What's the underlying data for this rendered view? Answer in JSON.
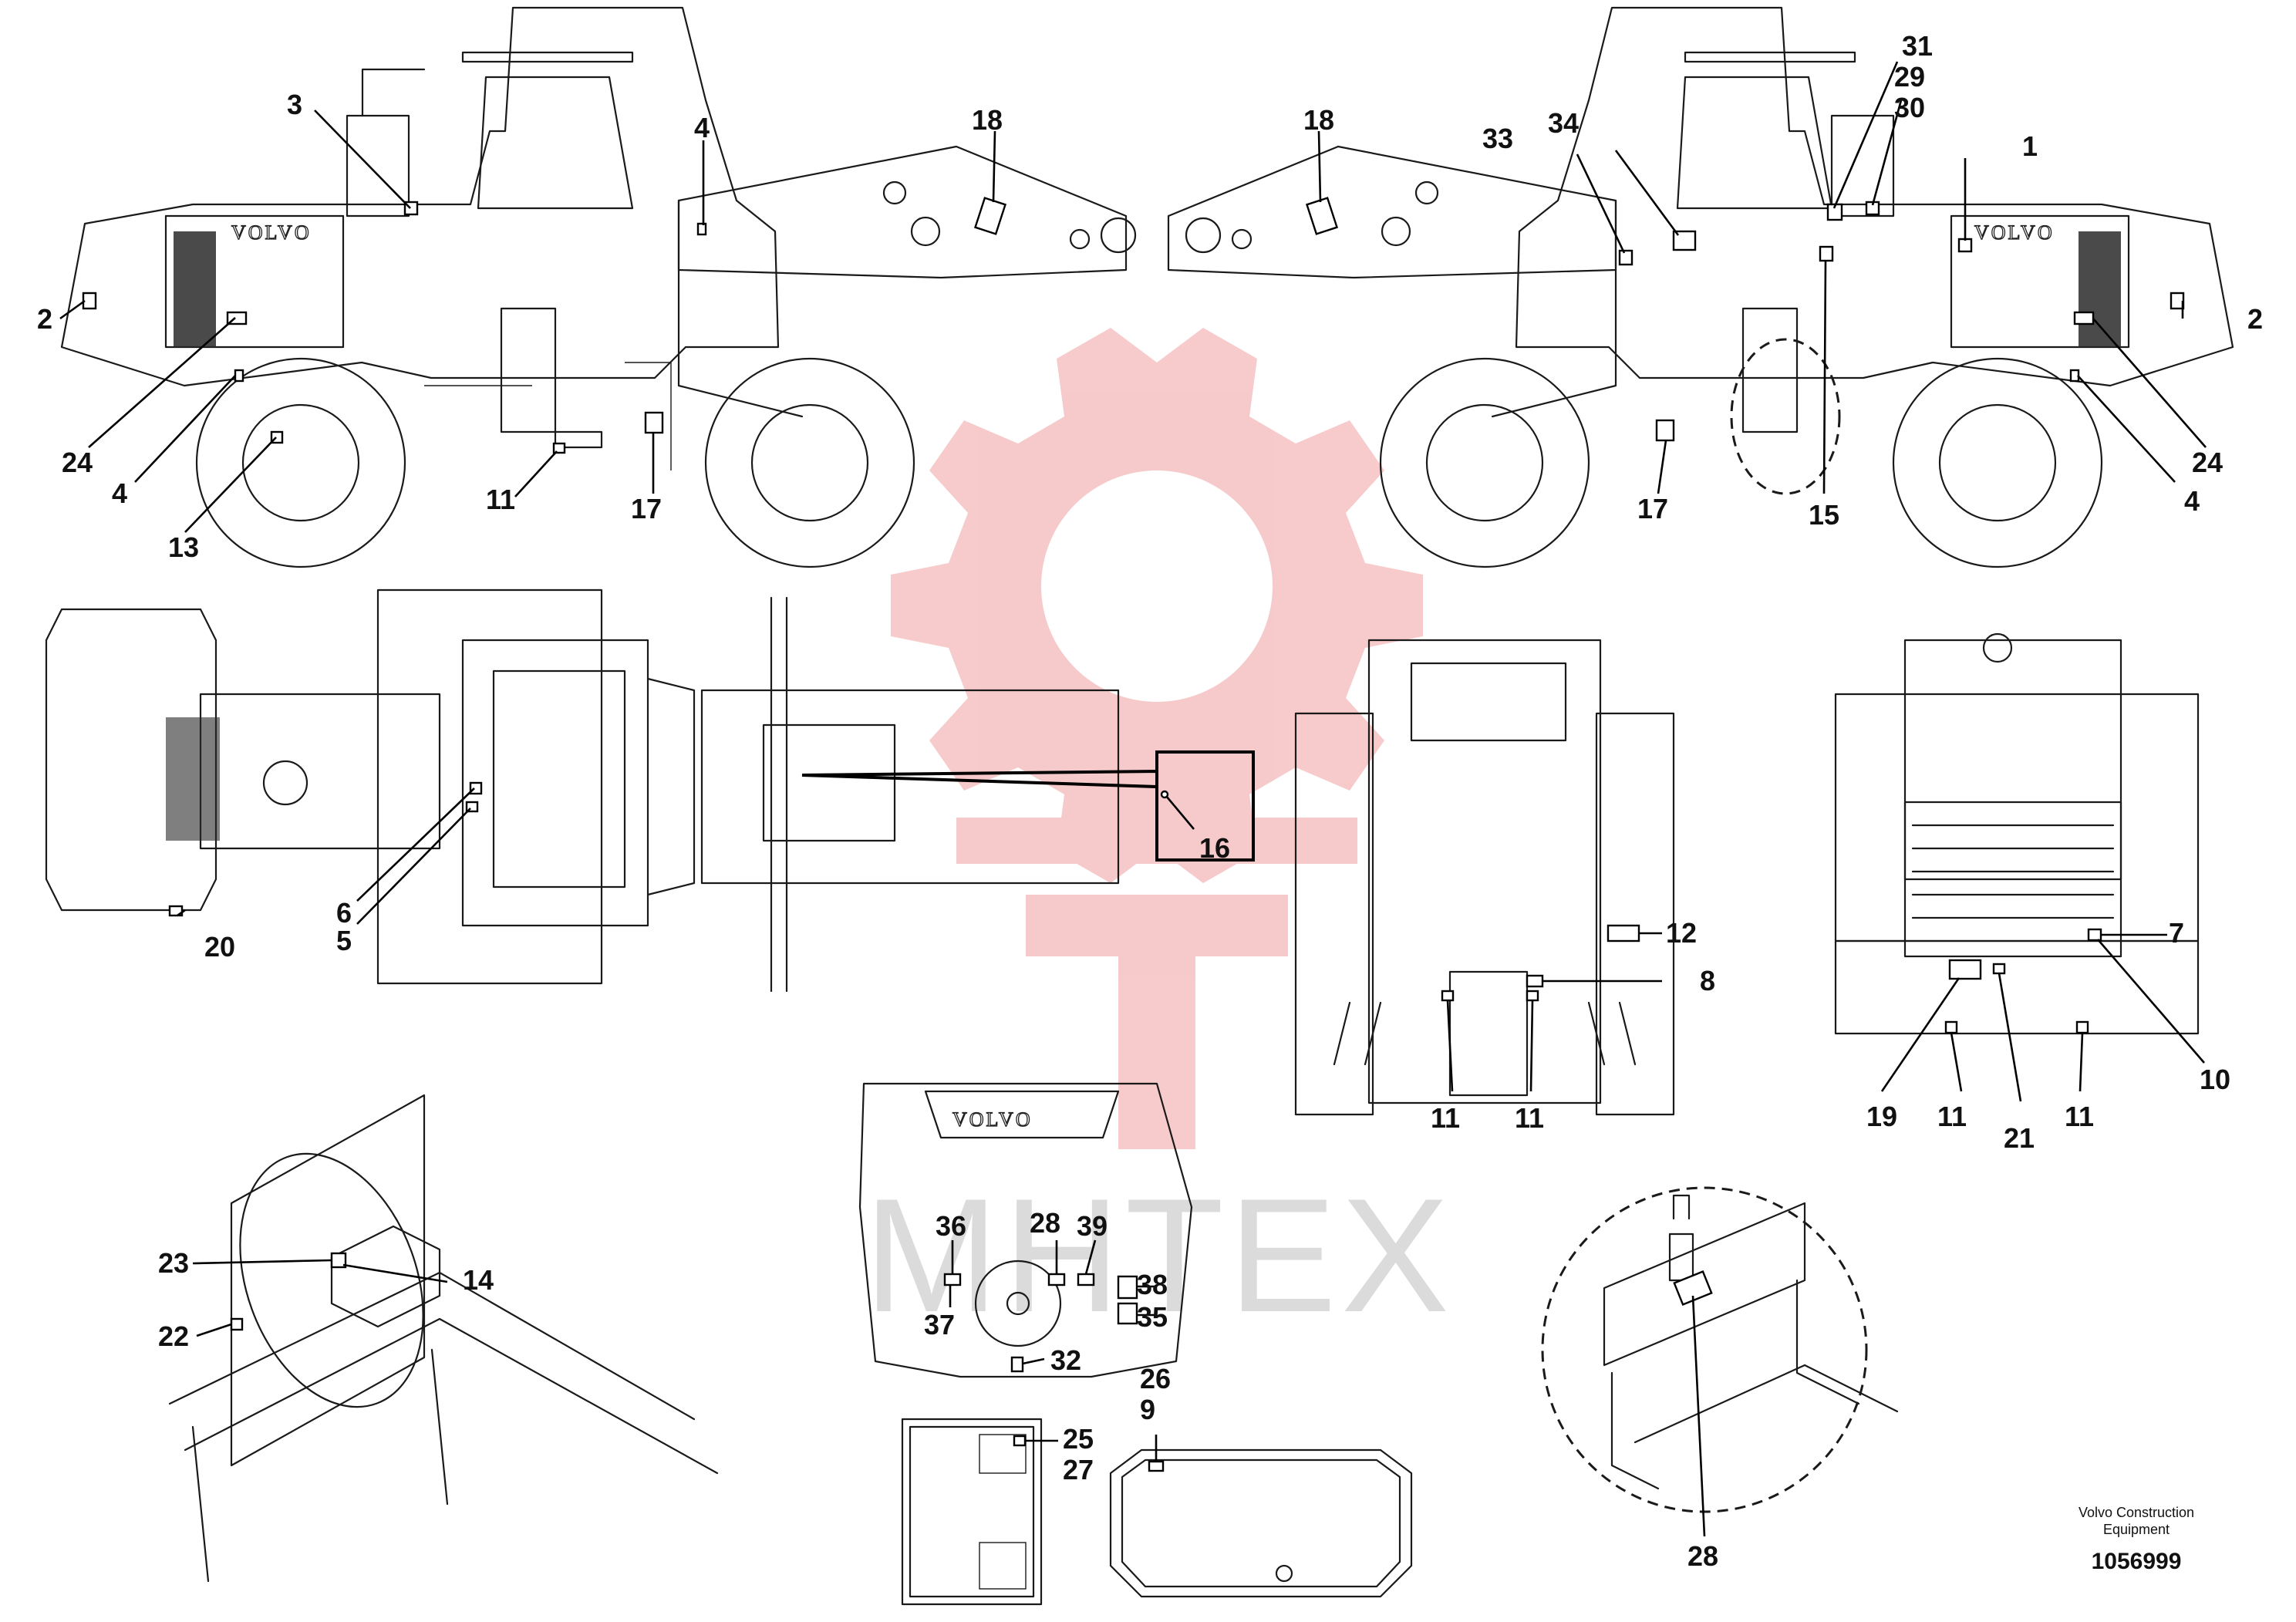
{
  "callouts": {
    "c1": "1",
    "c2": "2",
    "c3": "3",
    "c4": "4",
    "c5": "5",
    "c6": "6",
    "c7": "7",
    "c8": "8",
    "c9": "9",
    "c10": "10",
    "c11": "11",
    "c12": "12",
    "c13": "13",
    "c14": "14",
    "c15": "15",
    "c16": "16",
    "c17": "17",
    "c18": "18",
    "c19": "19",
    "c20": "20",
    "c21": "21",
    "c22": "22",
    "c23": "23",
    "c24": "24",
    "c25": "25",
    "c26": "26",
    "c27": "27",
    "c28": "28",
    "c29": "29",
    "c30": "30",
    "c31": "31",
    "c32": "32",
    "c33": "33",
    "c34": "34",
    "c35": "35",
    "c36": "36",
    "c37": "37",
    "c38": "38",
    "c39": "39"
  },
  "machine": {
    "brand_mark": "VOLVO",
    "brand_mark_mirrored": "VOLVO"
  },
  "watermark": {
    "text": "MHTEX",
    "color": "#f0a0a0"
  },
  "footer": {
    "company_line1": "Volvo Construction",
    "company_line2": "Equipment",
    "drawing_number": "1056999"
  }
}
